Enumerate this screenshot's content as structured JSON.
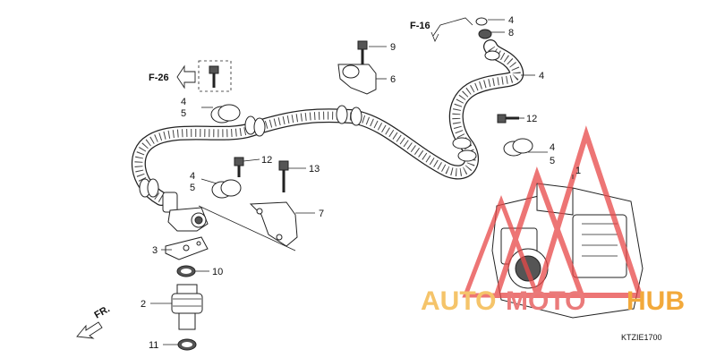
{
  "diagram": {
    "part_code": "KTZIE1700",
    "references": {
      "f16": "F-16",
      "f26": "F-26",
      "fr": "FR."
    },
    "callouts": [
      {
        "id": "c4a",
        "text": "4"
      },
      {
        "id": "c8",
        "text": "8"
      },
      {
        "id": "c9",
        "text": "9"
      },
      {
        "id": "c6",
        "text": "6"
      },
      {
        "id": "c4b",
        "text": "4"
      },
      {
        "id": "c12a",
        "text": "12"
      },
      {
        "id": "c4c",
        "text": "4"
      },
      {
        "id": "c5c",
        "text": "5"
      },
      {
        "id": "c1",
        "text": "1"
      },
      {
        "id": "c4d",
        "text": "4"
      },
      {
        "id": "c5d",
        "text": "5"
      },
      {
        "id": "c12b",
        "text": "12"
      },
      {
        "id": "c13",
        "text": "13"
      },
      {
        "id": "c4e",
        "text": "4"
      },
      {
        "id": "c5e",
        "text": "5"
      },
      {
        "id": "c7",
        "text": "7"
      },
      {
        "id": "c3",
        "text": "3"
      },
      {
        "id": "c10",
        "text": "10"
      },
      {
        "id": "c2",
        "text": "2"
      },
      {
        "id": "c11",
        "text": "11"
      }
    ]
  },
  "watermark": {
    "text_auto": "AUTO",
    "text_moto": "MOTO",
    "text_hub": "HUB",
    "color_auto": "#f5c46a",
    "color_moto": "#ea7a7a",
    "color_hub": "#f2a93b",
    "triangle_color": "#e84848"
  }
}
